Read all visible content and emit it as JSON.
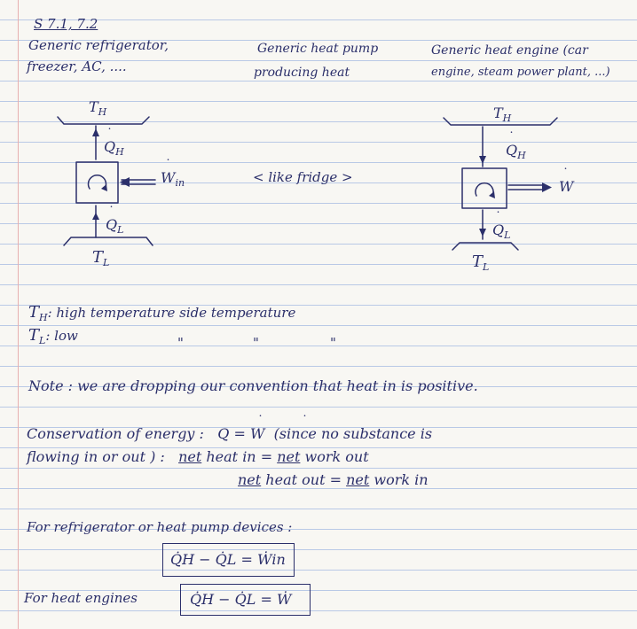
{
  "header": {
    "section": "S 7.1, 7.2"
  },
  "columns": {
    "refrigerator_title_1": "Generic refrigerator,",
    "refrigerator_title_2": "freezer, AC, ....",
    "heatpump_title_1": "Generic heat pump",
    "heatpump_title_2": "producing heat",
    "heatengine_title_1": "Generic heat engine (car",
    "heatengine_title_2": "engine, steam power plant, ...)"
  },
  "left_diagram": {
    "top_reservoir": "T",
    "top_reservoir_sub": "H",
    "q_h": "Q",
    "q_h_sub": "H",
    "w_in": "W",
    "w_in_sub": "in",
    "q_l": "Q",
    "q_l_sub": "L",
    "bottom_reservoir": "T",
    "bottom_reservoir_sub": "L"
  },
  "middle_note": "< like fridge >",
  "right_diagram": {
    "top_reservoir": "T",
    "top_reservoir_sub": "H",
    "q_h": "Q",
    "q_h_sub": "H",
    "w_out": "W",
    "q_l": "Q",
    "q_l_sub": "L",
    "bottom_reservoir": "T",
    "bottom_reservoir_sub": "L"
  },
  "definitions": {
    "th_symbol": "T",
    "th_sub": "H",
    "th_text": ": high temperature side temperature",
    "tl_symbol": "T",
    "tl_sub": "L",
    "tl_text": ": low",
    "ditto_1": "\"",
    "ditto_2": "\"",
    "ditto_3": "\""
  },
  "note": "Note : we are dropping our convention that heat in is positive.",
  "conservation": {
    "line1_start": "Conservation of energy :",
    "line1_eq_q": "Q",
    "line1_eq_equals": "=",
    "line1_eq_w": "W",
    "line1_end": "(since no substance is",
    "line2_start": "flowing in or out ) :",
    "line2_net1": "net",
    "line2_mid": "heat in =",
    "line2_net2": "net",
    "line2_end": "work out",
    "line3_net1": "net",
    "line3_mid": "heat out =",
    "line3_net2": "net",
    "line3_end": "work in"
  },
  "refrigerator_section": {
    "heading": "For refrigerator or heat pump devices :",
    "equation": "Q̇H − Q̇L = Ẇin"
  },
  "engine_section": {
    "heading": "For heat engines",
    "equation": "Q̇H − Q̇L = Ẇ"
  }
}
